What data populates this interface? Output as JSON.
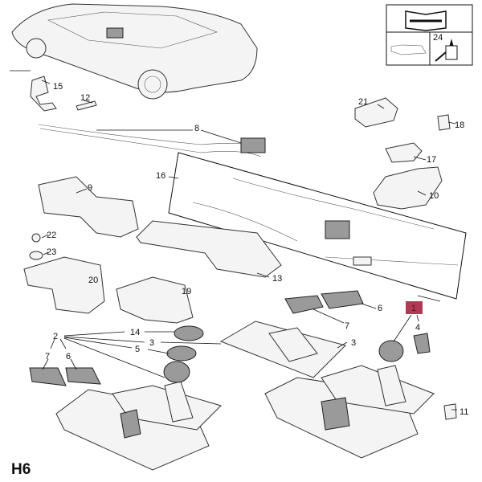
{
  "diagram": {
    "sheet_code": "H6",
    "legend_box": {
      "ref": "24"
    },
    "highlight_color": "#b03a55",
    "callouts": {
      "c15": "15",
      "c12": "12",
      "c8": "8",
      "c21": "21",
      "c18": "18",
      "c16": "16",
      "c17": "17",
      "c10": "10",
      "c9": "9",
      "c22": "22",
      "c23": "23",
      "c20": "20",
      "c19": "19",
      "c13": "13",
      "c7a": "7",
      "c6a": "6",
      "c1": "1",
      "c4": "4",
      "c2": "2",
      "c14": "14",
      "c3a": "3",
      "c5": "5",
      "c3b": "3",
      "c7b": "7",
      "c6b": "6",
      "c11": "11"
    }
  }
}
